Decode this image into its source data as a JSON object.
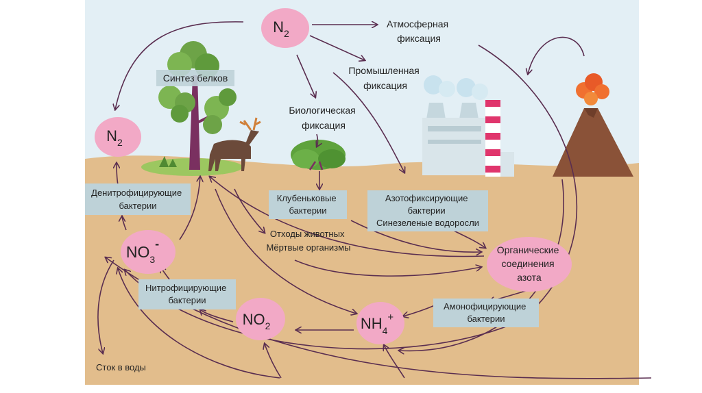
{
  "colors": {
    "sky": "#e3eff5",
    "soil": "#e2bd8c",
    "node_pink": "#f2a9c6",
    "label_box": "#bed2d8",
    "arrow": "#5a2e50",
    "text": "#222222"
  },
  "nodes": {
    "n2_top": {
      "base": "N",
      "sub": "2"
    },
    "n2_left": {
      "base": "N",
      "sub": "2"
    },
    "no3": {
      "base": "NO",
      "sub": "3",
      "sup": "-"
    },
    "no2": {
      "base": "NO",
      "sub": "2"
    },
    "nh4": {
      "base": "NH",
      "sub": "4",
      "sup": "+"
    },
    "organic": [
      "Органические",
      "соединения",
      "азота"
    ]
  },
  "labels": {
    "atmospheric": [
      "Атмосферная",
      "фиксация"
    ],
    "industrial": [
      "Промышленная",
      "фиксация"
    ],
    "biological": [
      "Биологическая",
      "фиксация"
    ],
    "protein": "Синтез белков",
    "denitrifying": [
      "Денитрофицирующие",
      "бактерии"
    ],
    "nodule": [
      "Клубеньковые",
      "бактерии"
    ],
    "azotofixing": [
      "Азотофиксирующие",
      "бактерии",
      "Синезеленые водоросли"
    ],
    "waste": [
      "Отходы животных",
      "Мёртвые организмы"
    ],
    "nitrifying": [
      "Нитрофицирующие",
      "бактерии"
    ],
    "ammonifying": [
      "Амонофицирующие",
      "бактерии"
    ],
    "runoff": "Сток в воды"
  },
  "icons": {
    "tree": "tree-icon",
    "deer": "deer-icon",
    "bush": "bush-icon",
    "factory": "factory-icon",
    "volcano": "volcano-icon"
  }
}
